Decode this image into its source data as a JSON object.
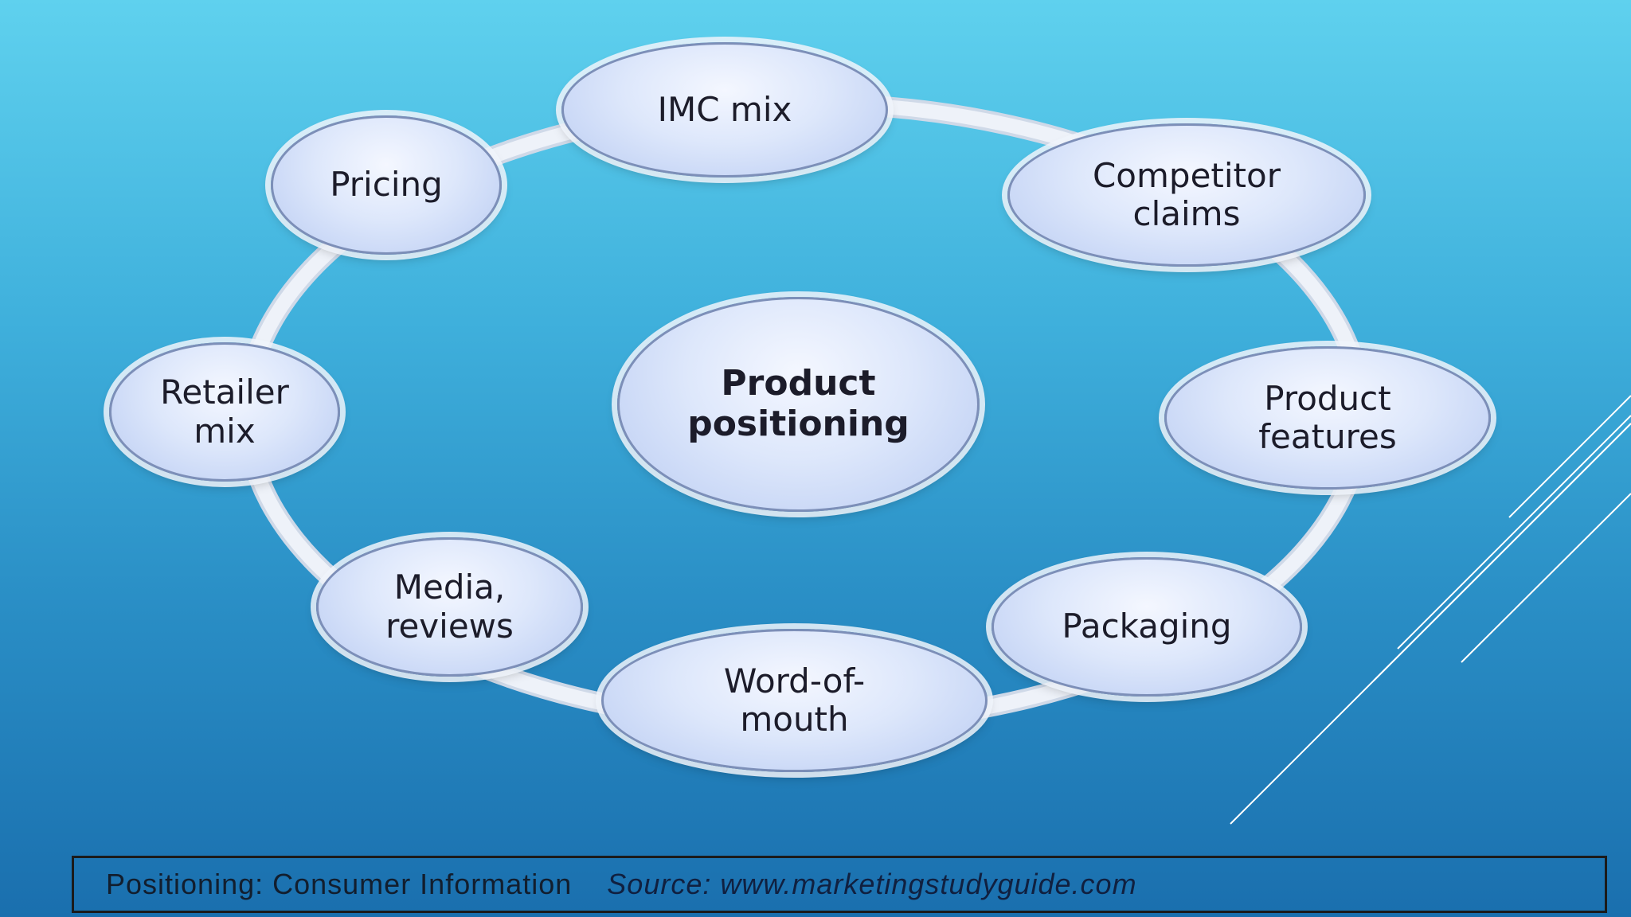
{
  "diagram": {
    "center": "Product\npositioning",
    "nodes": {
      "imc_mix": "IMC mix",
      "competitor_claims": "Competitor\nclaims",
      "product_features": "Product\nfeatures",
      "packaging": "Packaging",
      "word_of_mouth": "Word-of-\nmouth",
      "media_reviews": "Media,\nreviews",
      "retailer_mix": "Retailer\nmix",
      "pricing": "Pricing"
    }
  },
  "footer": {
    "caption": "Positioning: Consumer Information",
    "source": "Source: www.marketingstudyguide.com"
  },
  "colors": {
    "background_top": "#5fd1ee",
    "background_bottom": "#1a6fae",
    "node_fill": "#dde7fb",
    "ring": "#e8eef8"
  }
}
